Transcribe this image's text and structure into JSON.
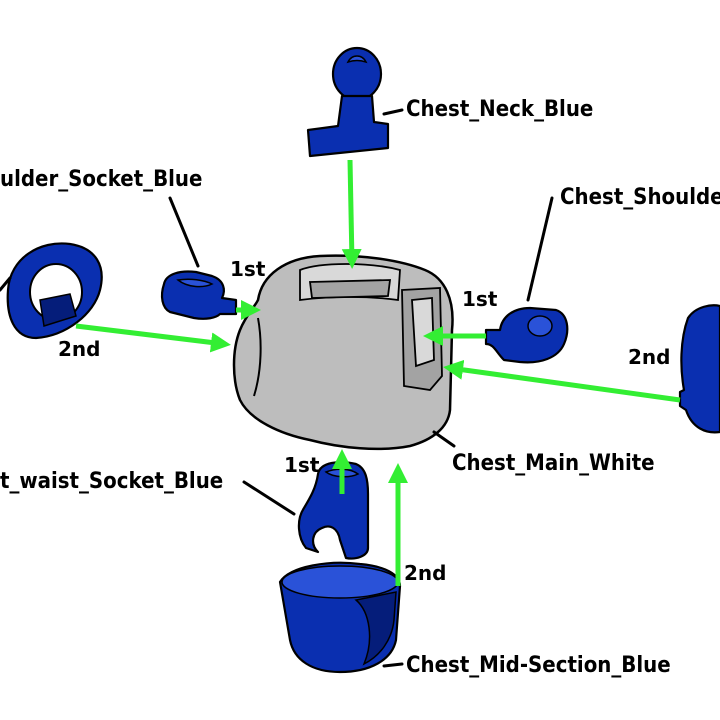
{
  "labels": {
    "neck": "Chest_Neck_Blue",
    "shoulder_left": "ulder_Socket_Blue",
    "shoulder_right": "Chest_Shoulde",
    "main": "Chest_Main_White",
    "waist": "t_waist_Socket_Blue",
    "mid_section": "Chest_Mid-Section_Blue"
  },
  "steps": {
    "left_first": "1st",
    "left_second": "2nd",
    "right_first": "1st",
    "right_second": "2nd",
    "bottom_first": "1st",
    "bottom_second": "2nd"
  },
  "colors": {
    "part_blue": "#0a2fb0",
    "part_white": "#bdbdbd",
    "arrow_green": "#33ee33"
  }
}
